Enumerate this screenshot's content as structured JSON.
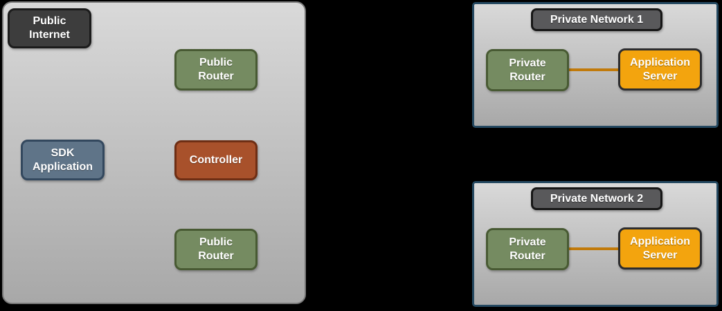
{
  "zones": {
    "public": {
      "nodes": {
        "public_internet": {
          "label": "Public\nInternet"
        },
        "public_router_top": {
          "label": "Public\nRouter"
        },
        "sdk_application": {
          "label": "SDK\nApplication"
        },
        "controller": {
          "label": "Controller"
        },
        "public_router_bottom": {
          "label": "Public\nRouter"
        }
      }
    },
    "private1": {
      "title": "Private Network 1",
      "nodes": {
        "private_router": {
          "label": "Private\nRouter"
        },
        "application_server": {
          "label": "Application\nServer"
        }
      }
    },
    "private2": {
      "title": "Private Network 2",
      "nodes": {
        "private_router": {
          "label": "Private\nRouter"
        },
        "application_server": {
          "label": "Application\nServer"
        }
      }
    }
  },
  "edges": [
    {
      "from": "private-router-1",
      "to": "application-server-1",
      "color": "#c17a0a"
    },
    {
      "from": "private-router-2",
      "to": "application-server-2",
      "color": "#c17a0a"
    }
  ],
  "colors": {
    "canvas_bg": "#000000",
    "zone_fill_top": "#d9d9d9",
    "zone_fill_bottom": "#a8a8a8",
    "zone_border": "#7a7a7a",
    "private_zone_border": "#254961",
    "header_fill": "#59595b",
    "header_border": "#161616",
    "node_dark_fill": "#3d3d3d",
    "node_dark_border": "#1b1b1b",
    "node_green_fill": "#758b61",
    "node_green_border": "#485a33",
    "node_blue_fill": "#5f7488",
    "node_blue_border": "#33485e",
    "node_rust_fill": "#a8512b",
    "node_rust_border": "#6e2e14",
    "node_orange_fill": "#f3a40e",
    "node_orange_border": "#2d2d2f",
    "edge_color": "#c17a0a",
    "label_color": "#ffffff"
  }
}
